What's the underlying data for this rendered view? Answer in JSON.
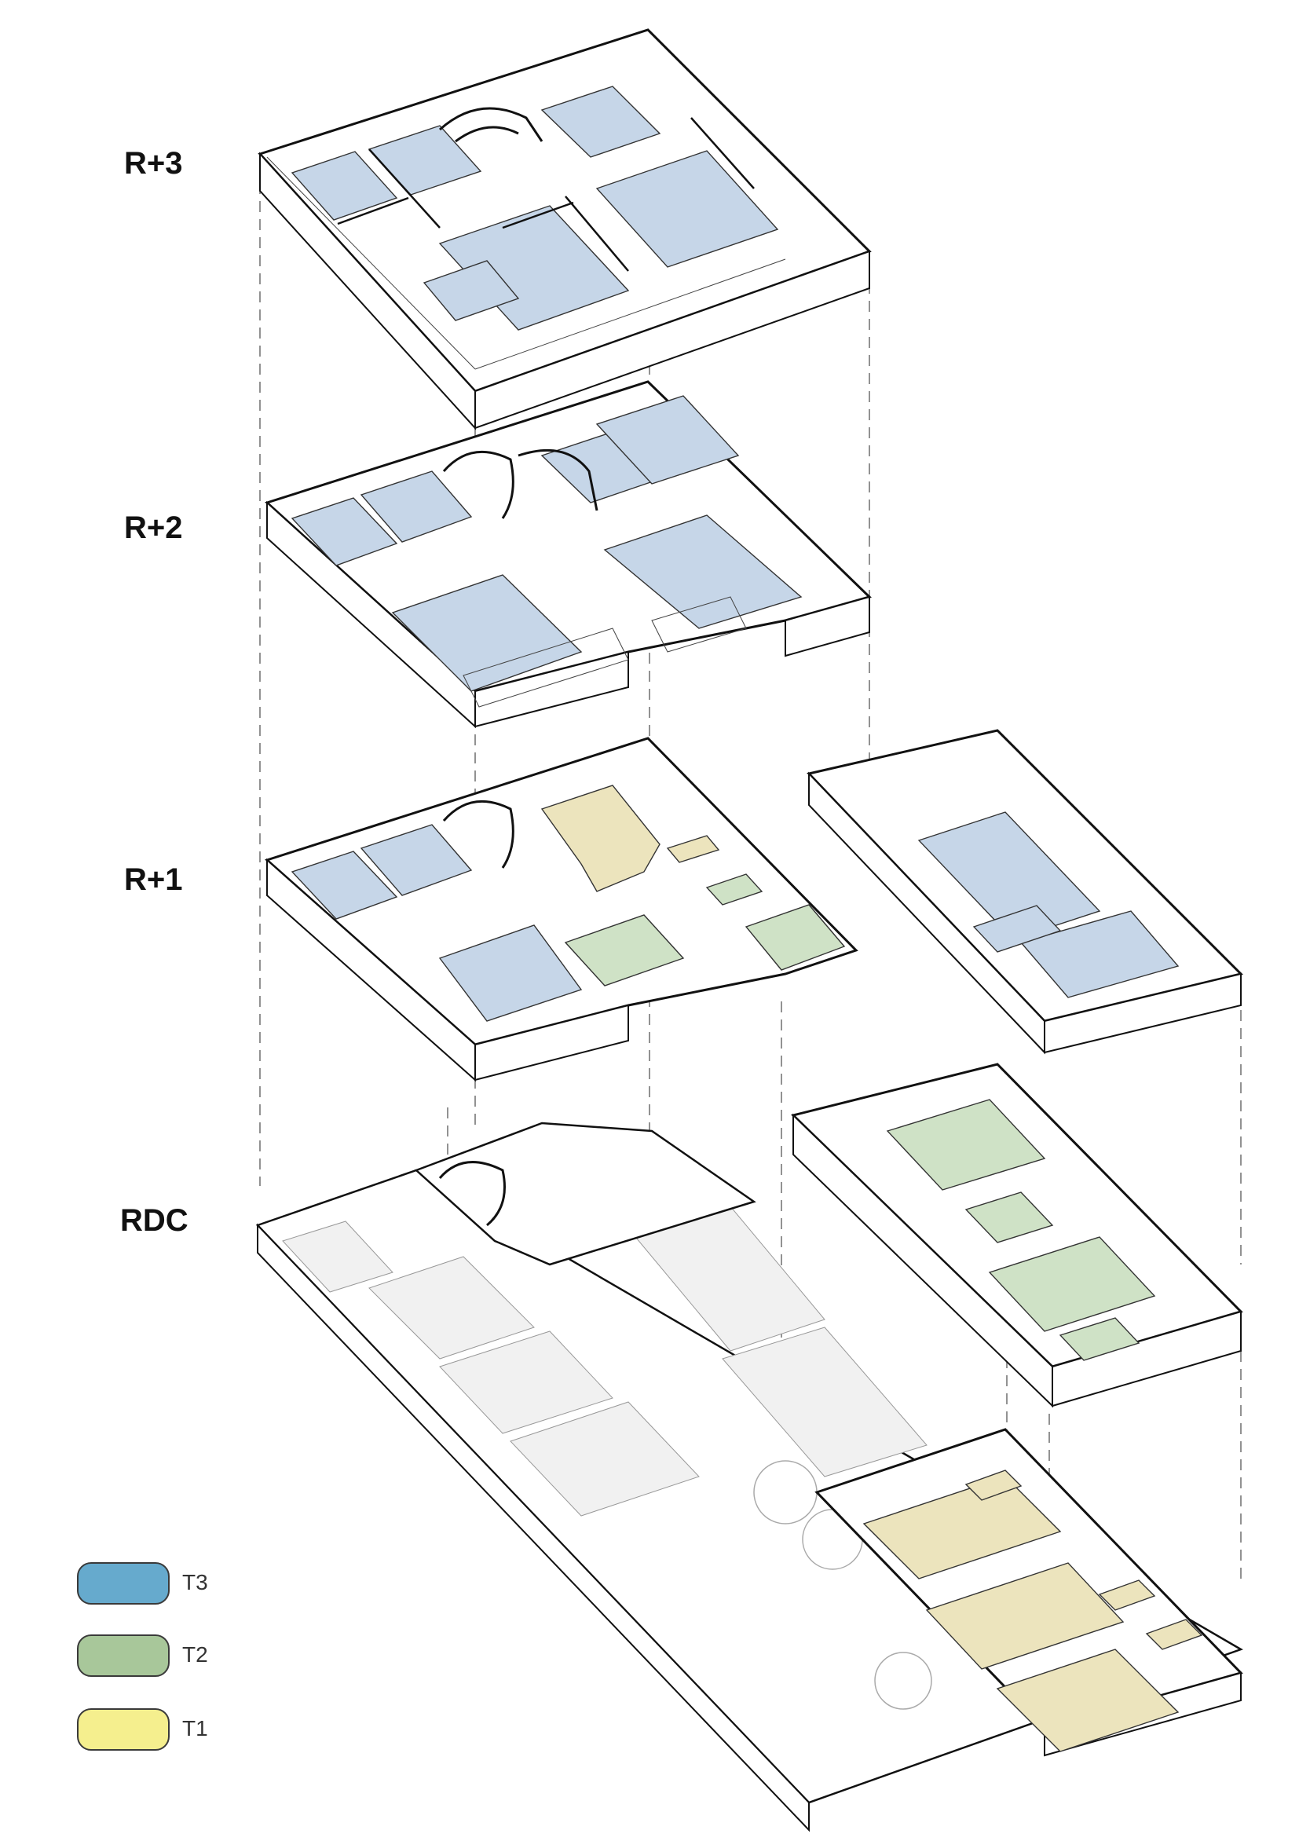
{
  "levels": {
    "r3": "R+3",
    "r2": "R+2",
    "r1": "R+1",
    "rdc": "RDC"
  },
  "legend": [
    {
      "label": "T3",
      "color": "#66aacd"
    },
    {
      "label": "T2",
      "color": "#a8c79a"
    },
    {
      "label": "T1",
      "color": "#f5ef8e"
    }
  ],
  "colors": {
    "t3_floor": "#c6d6e8",
    "t2_floor": "#cfe2c6",
    "t1_floor": "#ece4bd",
    "wall": "#111111",
    "guide": "#777777"
  }
}
